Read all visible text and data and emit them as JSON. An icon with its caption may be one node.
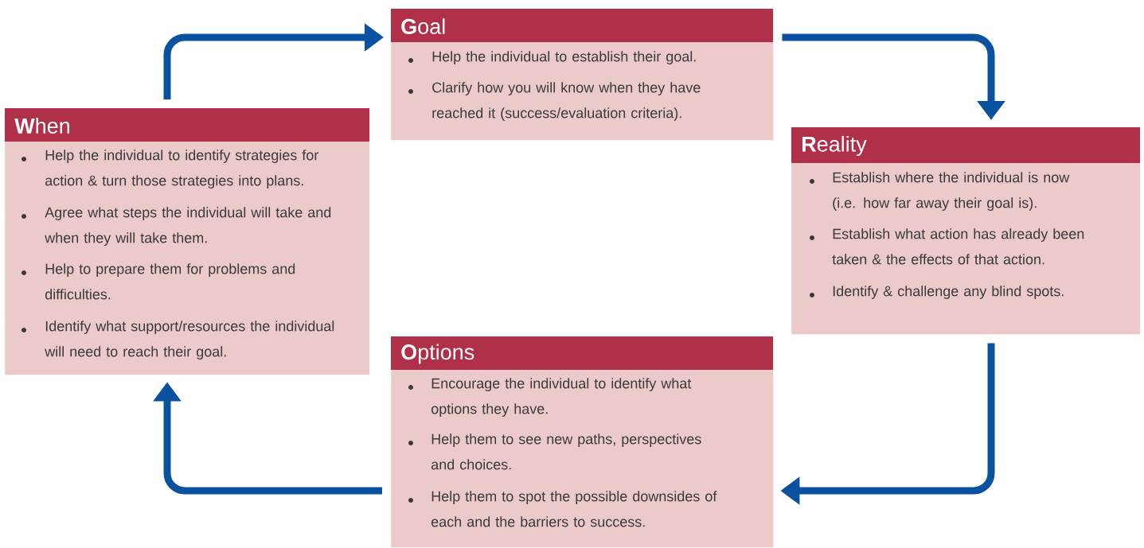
{
  "diagram": {
    "nodes": [
      {
        "text": [
          "**G**oal",
          "Help the individual to establish their goal.",
          "Clarify how you will know when they have reached it (success/evaluation criteria)."
        ]
      },
      {
        "text": [
          "**R**eality",
          "Establish where the individual is now (i.e. how far away their goal is).",
          "Establish what action has already been taken & the effects of that action.",
          "Identify & challenge any blind spots."
        ]
      },
      {
        "text": [
          "**O**ptions",
          "Encourage the individual to identify what options they have.",
          "Help them to see new paths, perspectives and choices.",
          "Help them to spot the possible downsides of each and the barriers to success."
        ]
      },
      {
        "text": [
          "**W**hen",
          "Help the individual to identify strategies for action & turn those strategies into plans.",
          "Agree what steps the individual will take and when they will take them.",
          "Help to prepare them for problems and difficulties.",
          "Identify what support/resources the individual will need to reach their goal."
        ]
      }
    ],
    "edges": [
      {
        "from": 3,
        "to": 0,
        "arrow": "to"
      },
      {
        "from": 0,
        "to": 1,
        "arrow": "to"
      },
      {
        "from": 1,
        "to": 2,
        "arrow": "to"
      },
      {
        "from": 2,
        "to": 3,
        "arrow": "to"
      }
    ]
  }
}
